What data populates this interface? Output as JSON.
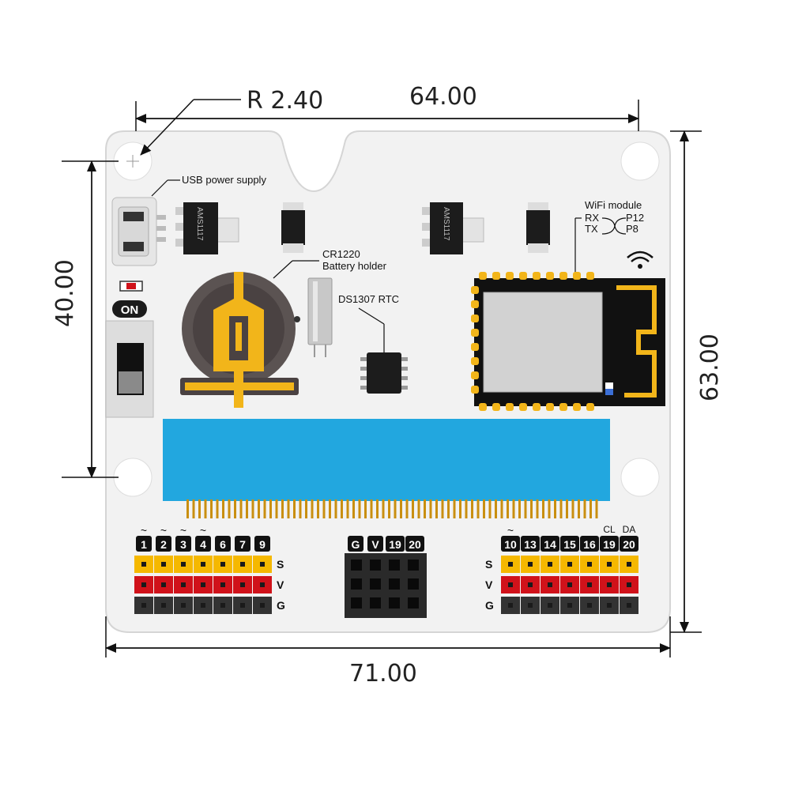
{
  "dimensions": {
    "radius": "R 2.40",
    "top_width": "64.00",
    "bottom_width": "71.00",
    "left_height": "40.00",
    "right_height": "63.00"
  },
  "labels": {
    "usb": "USB power supply",
    "regulator": "AMS1117",
    "battery_line1": "CR1220",
    "battery_line2": "Battery holder",
    "rtc": "DS1307 RTC",
    "wifi_title": "WiFi module",
    "wifi_rx": "RX",
    "wifi_tx": "TX",
    "wifi_p12": "P12",
    "wifi_p8": "P8",
    "on": "ON"
  },
  "headers": {
    "left_pins": [
      "1",
      "2",
      "3",
      "4",
      "6",
      "7",
      "9"
    ],
    "left_tilde": [
      true,
      true,
      true,
      true,
      false,
      false,
      false
    ],
    "mid_pins": [
      "G",
      "V",
      "19",
      "20"
    ],
    "right_pins": [
      "10",
      "13",
      "14",
      "15",
      "16",
      "19",
      "20"
    ],
    "right_tilde": [
      true,
      false,
      false,
      false,
      false,
      false,
      false
    ],
    "right_top": [
      "",
      "",
      "",
      "",
      "",
      "CL",
      "DA"
    ],
    "rows": [
      "S",
      "V",
      "G"
    ]
  },
  "colors": {
    "board": "#f2f2f2",
    "yellow": "#f5b800",
    "red": "#d0121a",
    "black": "#333333",
    "blue": "#22a7df",
    "gold": "#f2b51a"
  }
}
